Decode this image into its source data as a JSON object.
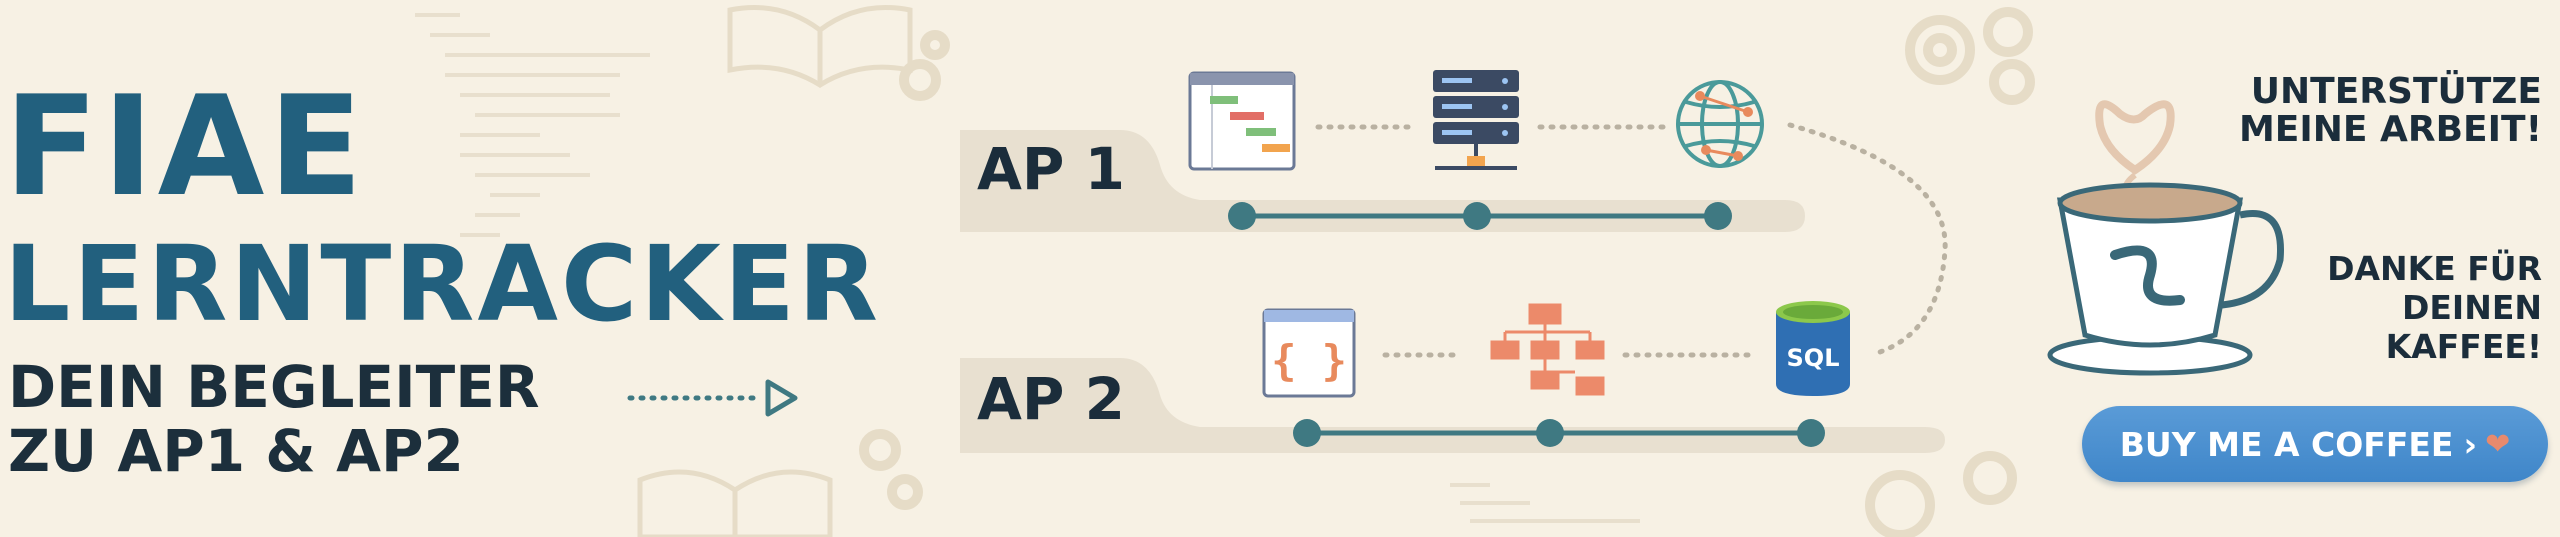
{
  "brand": {
    "title_line1": "FIAE",
    "title_line2": "LERNTRACKER",
    "subtitle_line1": "DEIN BEGLEITER",
    "subtitle_line2": "ZU AP1 & AP2"
  },
  "tracks": [
    {
      "label": "AP 1",
      "icons": [
        "gantt-chart-icon",
        "server-icon",
        "globe-network-icon"
      ]
    },
    {
      "label": "AP 2",
      "icons": [
        "code-braces-icon",
        "org-chart-icon",
        "sql-database-icon"
      ]
    }
  ],
  "support": {
    "headline_line1": "UNTERSTÜTZE",
    "headline_line2": "MEINE ARBEIT!",
    "thanks_line1": "DANKE FÜR",
    "thanks_line2": "DEINEN",
    "thanks_line3": "KAFFEE!",
    "button_label": "BUY ME A COFFEE",
    "button_arrow": "›",
    "button_heart": "❤"
  },
  "decor": {
    "sql_label": "SQL",
    "brace_label": "{ }"
  },
  "colors": {
    "background": "#f7f1e4",
    "title_blue": "#22607e",
    "dark_text": "#1b2d3b",
    "track_teal": "#3f7982",
    "button_blue": "#4a8fce",
    "accent_orange": "#e88a5d"
  }
}
